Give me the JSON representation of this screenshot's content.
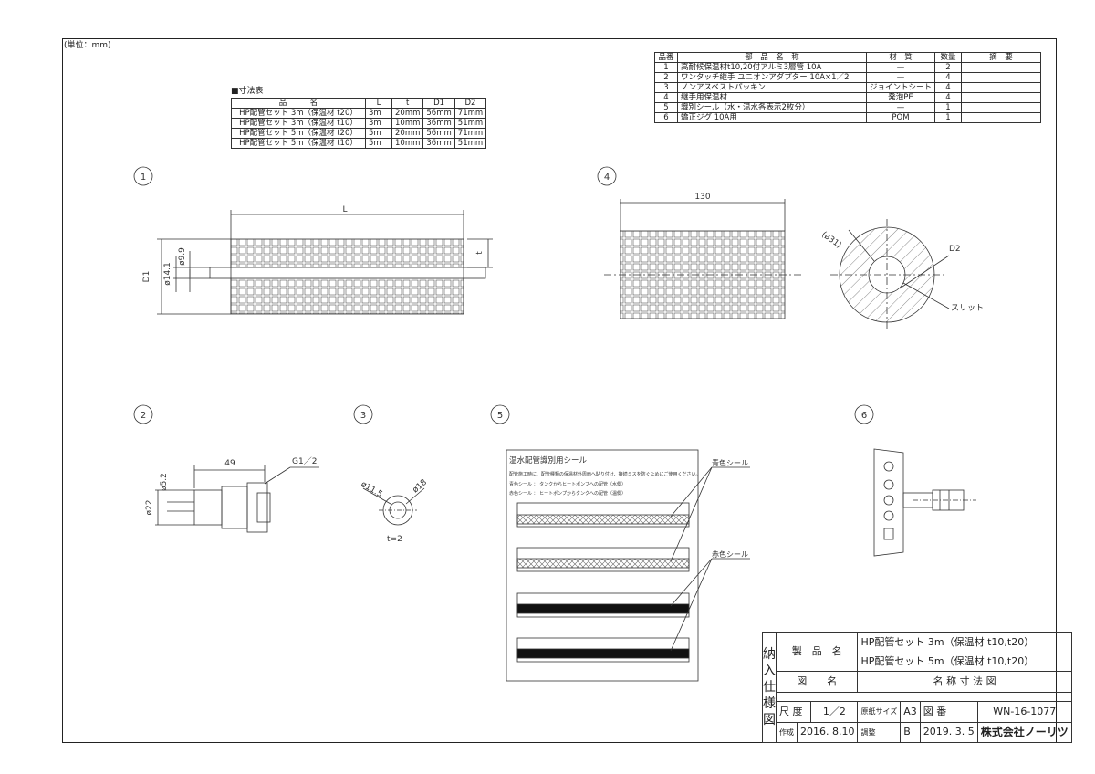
{
  "unit_label": "(単位：mm)",
  "parts_table": {
    "headers": [
      "品番",
      "部　品　名　称",
      "材　質",
      "数量",
      "摘　要"
    ],
    "rows": [
      [
        "1",
        "高耐候保温材t10,20付アルミ3層管 10A",
        "—",
        "2",
        ""
      ],
      [
        "2",
        "ワンタッチ継手 ユニオンアダプター 10A×1／2",
        "—",
        "4",
        ""
      ],
      [
        "3",
        "ノンアスベストパッキン",
        "ジョイントシート",
        "4",
        ""
      ],
      [
        "4",
        "継手用保温材",
        "発泡PE",
        "4",
        ""
      ],
      [
        "5",
        "識別シール（水・温水各表示2枚分）",
        "—",
        "1",
        ""
      ],
      [
        "6",
        "矯正ジグ 10A用",
        "POM",
        "1",
        ""
      ]
    ]
  },
  "dim_table": {
    "title": "■寸法表",
    "headers": [
      "品　　　名",
      "L",
      "t",
      "D1",
      "D2"
    ],
    "rows": [
      [
        "HP配管セット 3m（保温材 t20）",
        "3m",
        "20mm",
        "56mm",
        "71mm"
      ],
      [
        "HP配管セット 3m（保温材 t10）",
        "3m",
        "10mm",
        "36mm",
        "51mm"
      ],
      [
        "HP配管セット 5m（保温材 t20）",
        "5m",
        "20mm",
        "56mm",
        "71mm"
      ],
      [
        "HP配管セット 5m（保温材 t10）",
        "5m",
        "10mm",
        "36mm",
        "51mm"
      ]
    ]
  },
  "views": {
    "v1": {
      "num": "1",
      "L": "L",
      "D1": "D1",
      "d14": "ø14.1",
      "d99": "ø9.9",
      "t": "t"
    },
    "v2": {
      "num": "2",
      "len": "49",
      "thread": "G1／2",
      "d52": "ø5.2",
      "d22": "ø22"
    },
    "v3": {
      "num": "3",
      "d115": "ø11.5",
      "d18": "ø18",
      "t": "t=2"
    },
    "v4": {
      "num": "4",
      "len": "130",
      "d31": "(ø31)",
      "D2": "D2",
      "slit": "スリット"
    },
    "v5": {
      "num": "5",
      "title": "温水配管識別用シール",
      "note1": "配管施工時に、配管種類の保温材外周面へ貼り付け、接続ミスを防ぐためにご使用ください。",
      "note2": "青色シール ： タンクからヒートポンプへの配管（水側）",
      "note3": "赤色シール ： ヒートポンプからタンクへの配管（温側）",
      "blue": "青色シール",
      "red": "赤色シール"
    },
    "v6": {
      "num": "6"
    }
  },
  "title_block": {
    "side": [
      "納",
      "入",
      "仕",
      "様",
      "図"
    ],
    "product_label": "製　品　名",
    "product1": "HP配管セット 3m（保温材 t10,t20）",
    "product2": "HP配管セット 5m（保温材 t10,t20）",
    "drawing_label": "図　　名",
    "drawing_name": "名 称 寸 法 図",
    "scale_label": "尺 度",
    "scale": "1／2",
    "paper_label": "原紙サイズ",
    "paper": "A3",
    "drawno_label": "図 番",
    "drawno": "WN-16-1077",
    "made_label": "作成",
    "made_date": "2016. 8.10",
    "rev_label": "調整",
    "rev": "B",
    "rev_date": "2019. 3. 5",
    "company": "株式会社ノーリツ"
  }
}
